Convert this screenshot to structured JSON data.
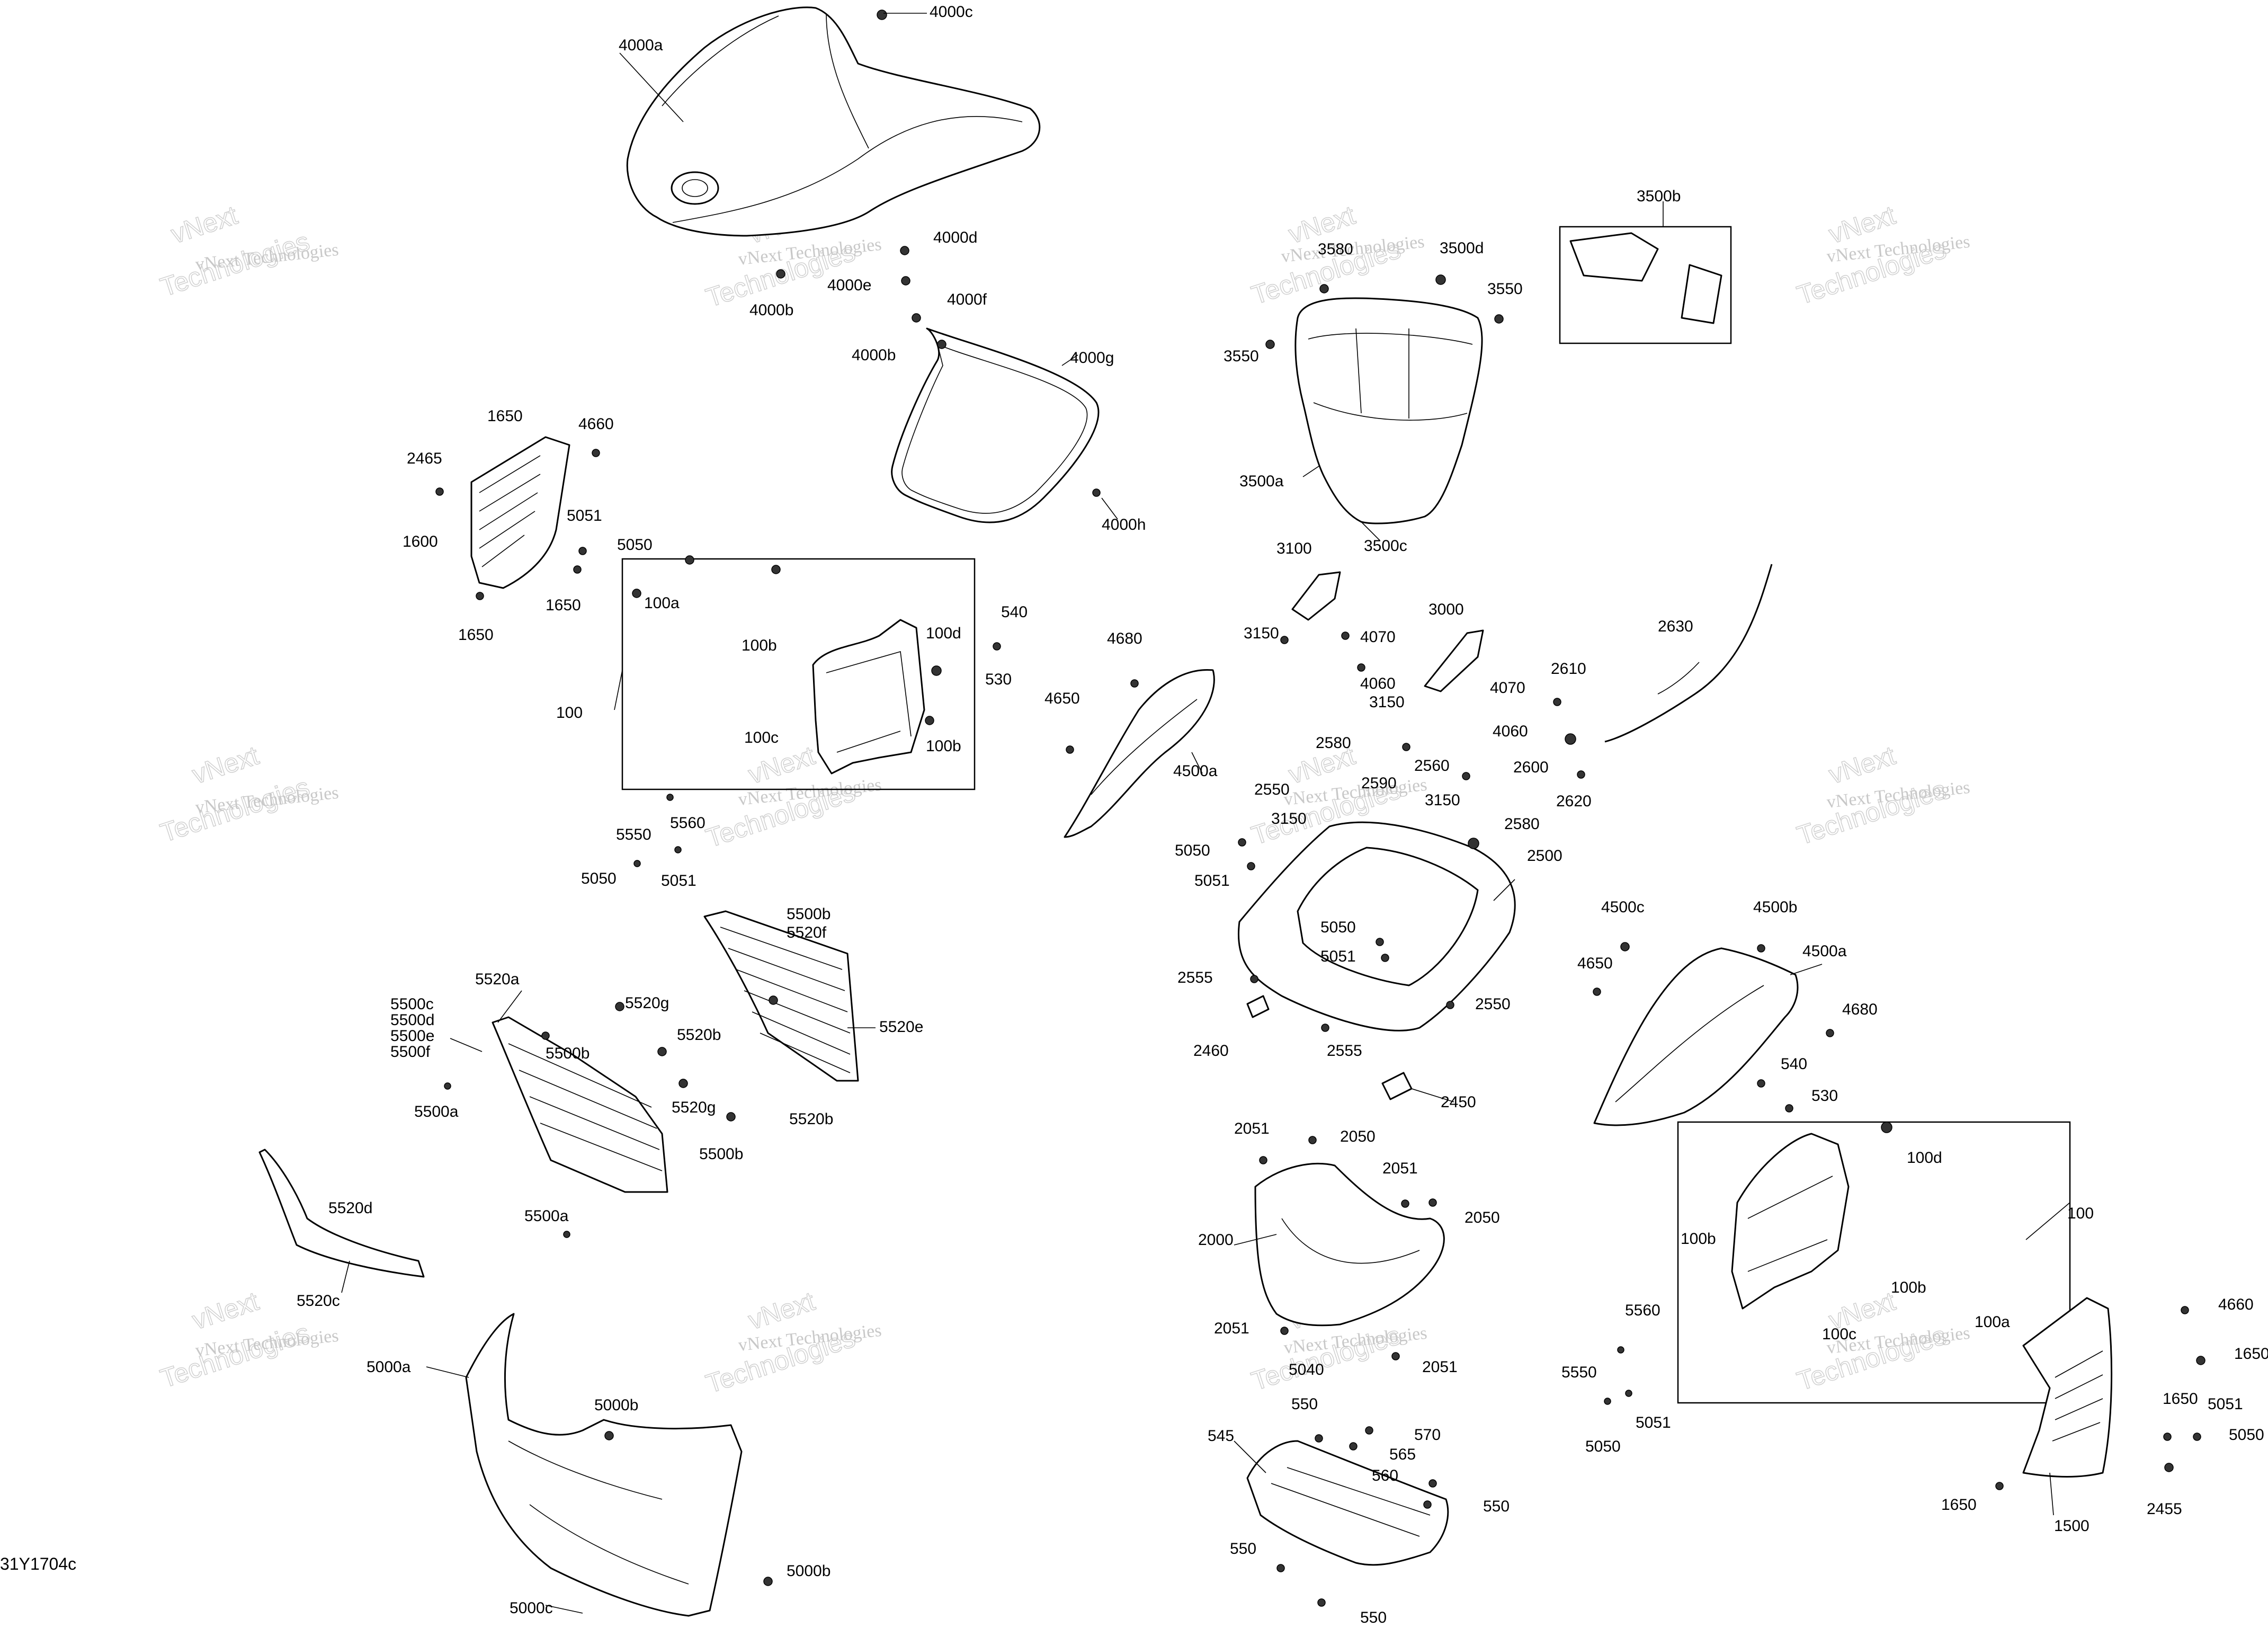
{
  "diagram": {
    "drawing_code": "31Y1704c",
    "watermark": {
      "line1": "vNext Technologies",
      "line2": "vNext",
      "line3": "Technologies"
    },
    "callouts": [
      {
        "id": "c-4000c",
        "label": "4000c"
      },
      {
        "id": "c-4000a",
        "label": "4000a"
      },
      {
        "id": "c-4000d",
        "label": "4000d"
      },
      {
        "id": "c-4000e",
        "label": "4000e"
      },
      {
        "id": "c-4000b-1",
        "label": "4000b"
      },
      {
        "id": "c-4000f",
        "label": "4000f"
      },
      {
        "id": "c-4000b-2",
        "label": "4000b"
      },
      {
        "id": "c-4000g",
        "label": "4000g"
      },
      {
        "id": "c-4000h",
        "label": "4000h"
      },
      {
        "id": "c-3500b",
        "label": "3500b"
      },
      {
        "id": "c-3500d",
        "label": "3500d"
      },
      {
        "id": "c-3580",
        "label": "3580"
      },
      {
        "id": "c-3550-1",
        "label": "3550"
      },
      {
        "id": "c-3550-2",
        "label": "3550"
      },
      {
        "id": "c-3500a",
        "label": "3500a"
      },
      {
        "id": "c-3500c",
        "label": "3500c"
      },
      {
        "id": "c-1650-1",
        "label": "1650"
      },
      {
        "id": "c-4660-1",
        "label": "4660"
      },
      {
        "id": "c-2465",
        "label": "2465"
      },
      {
        "id": "c-5051-1",
        "label": "5051"
      },
      {
        "id": "c-1600",
        "label": "1600"
      },
      {
        "id": "c-5050-1",
        "label": "5050"
      },
      {
        "id": "c-1650-2",
        "label": "1650"
      },
      {
        "id": "c-1650-3",
        "label": "1650"
      },
      {
        "id": "c-100a-1",
        "label": "100a"
      },
      {
        "id": "c-100b-1",
        "label": "100b"
      },
      {
        "id": "c-100d-1",
        "label": "100d"
      },
      {
        "id": "c-100-1",
        "label": "100"
      },
      {
        "id": "c-100c-1",
        "label": "100c"
      },
      {
        "id": "c-100b-2",
        "label": "100b"
      },
      {
        "id": "c-540-1",
        "label": "540"
      },
      {
        "id": "c-530-1",
        "label": "530"
      },
      {
        "id": "c-4680-1",
        "label": "4680"
      },
      {
        "id": "c-4650-1",
        "label": "4650"
      },
      {
        "id": "c-4500a-1",
        "label": "4500a"
      },
      {
        "id": "c-3100",
        "label": "3100"
      },
      {
        "id": "c-3000",
        "label": "3000"
      },
      {
        "id": "c-3150-1",
        "label": "3150"
      },
      {
        "id": "c-4070-1",
        "label": "4070"
      },
      {
        "id": "c-4060-1",
        "label": "4060"
      },
      {
        "id": "c-4070-2",
        "label": "4070"
      },
      {
        "id": "c-3150-2",
        "label": "3150"
      },
      {
        "id": "c-4060-2",
        "label": "4060"
      },
      {
        "id": "c-2630",
        "label": "2630"
      },
      {
        "id": "c-2610",
        "label": "2610"
      },
      {
        "id": "c-2600",
        "label": "2600"
      },
      {
        "id": "c-2620",
        "label": "2620"
      },
      {
        "id": "c-2580-1",
        "label": "2580"
      },
      {
        "id": "c-2560",
        "label": "2560"
      },
      {
        "id": "c-2550-1",
        "label": "2550"
      },
      {
        "id": "c-2590",
        "label": "2590"
      },
      {
        "id": "c-3150-3",
        "label": "3150"
      },
      {
        "id": "c-3150-4",
        "label": "3150"
      },
      {
        "id": "c-2580-2",
        "label": "2580"
      },
      {
        "id": "c-5050-2",
        "label": "5050"
      },
      {
        "id": "c-2500",
        "label": "2500"
      },
      {
        "id": "c-5051-2",
        "label": "5051"
      },
      {
        "id": "c-5050-3",
        "label": "5050"
      },
      {
        "id": "c-5051-3",
        "label": "5051"
      },
      {
        "id": "c-2555-1",
        "label": "2555"
      },
      {
        "id": "c-2550-2",
        "label": "2550"
      },
      {
        "id": "c-2460",
        "label": "2460"
      },
      {
        "id": "c-2555-2",
        "label": "2555"
      },
      {
        "id": "c-2450",
        "label": "2450"
      },
      {
        "id": "c-5550-1",
        "label": "5550"
      },
      {
        "id": "c-5560-1",
        "label": "5560"
      },
      {
        "id": "c-5050-4",
        "label": "5050"
      },
      {
        "id": "c-5051-4",
        "label": "5051"
      },
      {
        "id": "c-5500b-1",
        "label": "5500b"
      },
      {
        "id": "c-5520f",
        "label": "5520f"
      },
      {
        "id": "c-5520e",
        "label": "5520e"
      },
      {
        "id": "c-5520a",
        "label": "5520a"
      },
      {
        "id": "c-5500c",
        "label": "5500c"
      },
      {
        "id": "c-5500d",
        "label": "5500d"
      },
      {
        "id": "c-5500e",
        "label": "5500e"
      },
      {
        "id": "c-5500f",
        "label": "5500f"
      },
      {
        "id": "c-5520g-1",
        "label": "5520g"
      },
      {
        "id": "c-5520b-1",
        "label": "5520b"
      },
      {
        "id": "c-5500b-2",
        "label": "5500b"
      },
      {
        "id": "c-5500a-1",
        "label": "5500a"
      },
      {
        "id": "c-5520g-2",
        "label": "5520g"
      },
      {
        "id": "c-5520b-2",
        "label": "5520b"
      },
      {
        "id": "c-5500b-3",
        "label": "5500b"
      },
      {
        "id": "c-5520d",
        "label": "5520d"
      },
      {
        "id": "c-5500a-2",
        "label": "5500a"
      },
      {
        "id": "c-5520c",
        "label": "5520c"
      },
      {
        "id": "c-5000a",
        "label": "5000a"
      },
      {
        "id": "c-5000b-1",
        "label": "5000b"
      },
      {
        "id": "c-5000b-2",
        "label": "5000b"
      },
      {
        "id": "c-5000c",
        "label": "5000c"
      },
      {
        "id": "c-4500c",
        "label": "4500c"
      },
      {
        "id": "c-4500b",
        "label": "4500b"
      },
      {
        "id": "c-4650-2",
        "label": "4650"
      },
      {
        "id": "c-4500a-2",
        "label": "4500a"
      },
      {
        "id": "c-4680-2",
        "label": "4680"
      },
      {
        "id": "c-540-2",
        "label": "540"
      },
      {
        "id": "c-530-2",
        "label": "530"
      },
      {
        "id": "c-100d-2",
        "label": "100d"
      },
      {
        "id": "c-100-2",
        "label": "100"
      },
      {
        "id": "c-100b-3",
        "label": "100b"
      },
      {
        "id": "c-100b-4",
        "label": "100b"
      },
      {
        "id": "c-100c-2",
        "label": "100c"
      },
      {
        "id": "c-100a-2",
        "label": "100a"
      },
      {
        "id": "c-2051-1",
        "label": "2051"
      },
      {
        "id": "c-2050-1",
        "label": "2050"
      },
      {
        "id": "c-2051-2",
        "label": "2051"
      },
      {
        "id": "c-2050-2",
        "label": "2050"
      },
      {
        "id": "c-2000",
        "label": "2000"
      },
      {
        "id": "c-2051-3",
        "label": "2051"
      },
      {
        "id": "c-5040",
        "label": "5040"
      },
      {
        "id": "c-2051-4",
        "label": "2051"
      },
      {
        "id": "c-5560-2",
        "label": "5560"
      },
      {
        "id": "c-5550-2",
        "label": "5550"
      },
      {
        "id": "c-5050-5",
        "label": "5050"
      },
      {
        "id": "c-5051-5",
        "label": "5051"
      },
      {
        "id": "c-550-1",
        "label": "550"
      },
      {
        "id": "c-545",
        "label": "545"
      },
      {
        "id": "c-570",
        "label": "570"
      },
      {
        "id": "c-565",
        "label": "565"
      },
      {
        "id": "c-560",
        "label": "560"
      },
      {
        "id": "c-550-2",
        "label": "550"
      },
      {
        "id": "c-550-3",
        "label": "550"
      },
      {
        "id": "c-550-4",
        "label": "550"
      },
      {
        "id": "c-4660-2",
        "label": "4660"
      },
      {
        "id": "c-1650-4",
        "label": "1650"
      },
      {
        "id": "c-1650-5",
        "label": "1650"
      },
      {
        "id": "c-5051-6",
        "label": "5051"
      },
      {
        "id": "c-5050-6",
        "label": "5050"
      },
      {
        "id": "c-1650-6",
        "label": "1650"
      },
      {
        "id": "c-1500",
        "label": "1500"
      },
      {
        "id": "c-2455",
        "label": "2455"
      }
    ]
  }
}
